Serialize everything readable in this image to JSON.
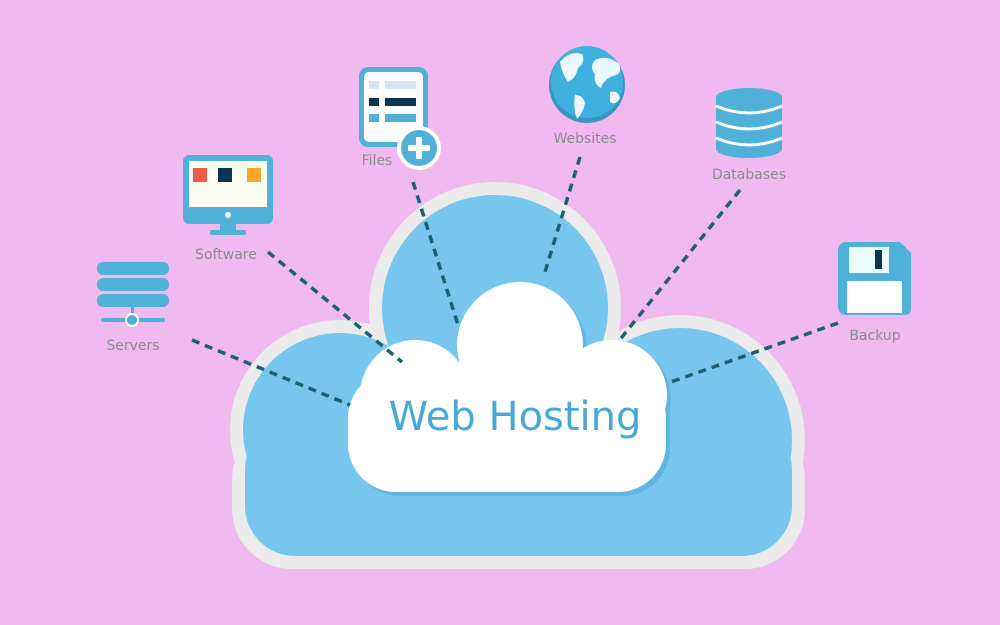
{
  "title": "Web Hosting",
  "nodes": {
    "servers": "Servers",
    "software": "Software",
    "files": "Files",
    "websites": "Websites",
    "databases": "Databases",
    "backup": "Backup"
  },
  "colors": {
    "background": "#f0b9f0",
    "cloud_outline": "#ebebeb",
    "cloud_fill": "#76c6ee",
    "icon_blue": "#4fb1d7",
    "title_color": "#47a9d4",
    "connector": "#1f5f72"
  }
}
